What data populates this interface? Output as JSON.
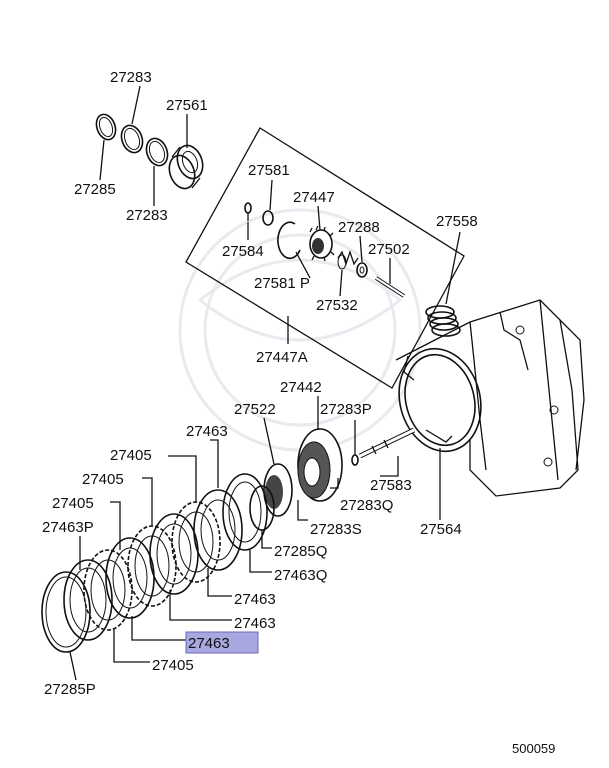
{
  "diagram": {
    "highlight_color": "#a9a7df",
    "footer_code": "500059",
    "labels": {
      "l27283_top": "27283",
      "l27561": "27561",
      "l27285": "27285",
      "l27283_mid": "27283",
      "l27581": "27581",
      "l27447": "27447",
      "l27288": "27288",
      "l27558": "27558",
      "l27584": "27584",
      "l27502": "27502",
      "l27581p": "27581 P",
      "l27532": "27532",
      "l27447a": "27447A",
      "l27442": "27442",
      "l27522": "27522",
      "l27283p": "27283P",
      "l27463_a": "27463",
      "l27405_a": "27405",
      "l27583": "27583",
      "l27405_b": "27405",
      "l27283q": "27283Q",
      "l27405_c": "27405",
      "l27283s": "27283S",
      "l27564": "27564",
      "l27463p": "27463P",
      "l27285q": "27285Q",
      "l27463q": "27463Q",
      "l27463_b": "27463",
      "l27463_c": "27463",
      "l27463_sel": "27463",
      "l27405_d": "27405",
      "l27285p": "27285P"
    }
  }
}
